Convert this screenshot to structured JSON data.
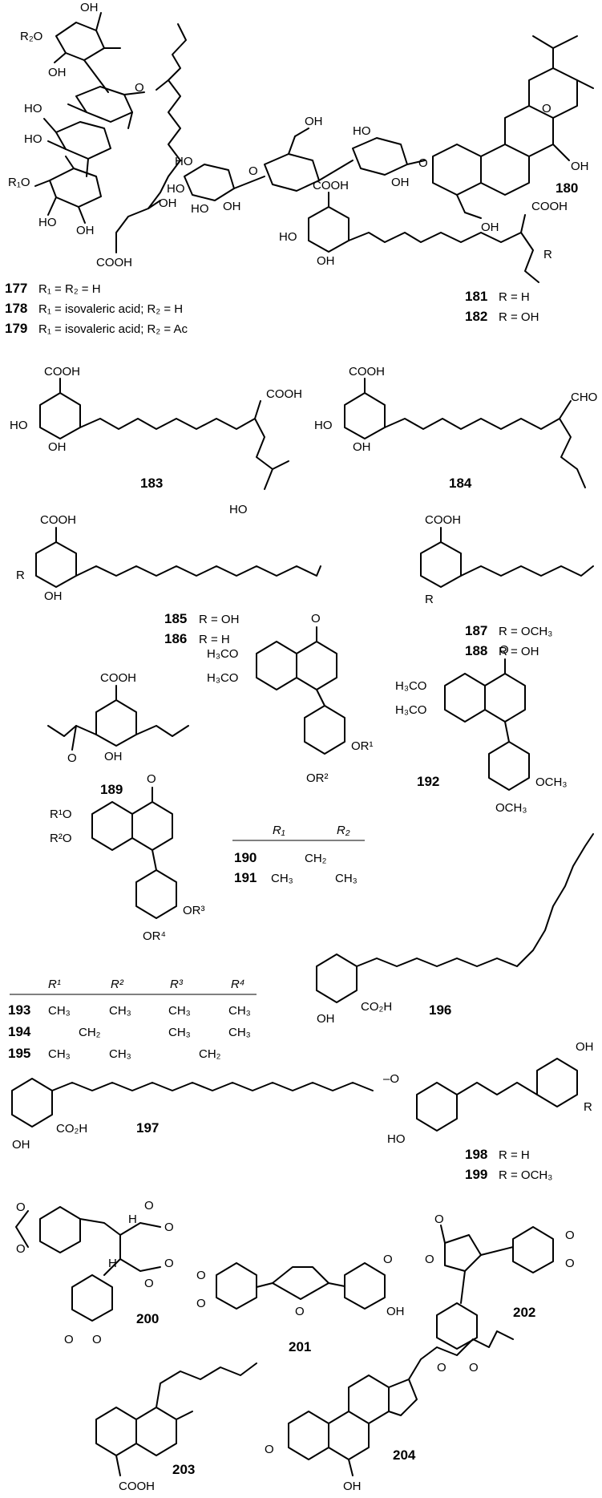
{
  "compounds": {
    "c177": "177",
    "c178": "178",
    "c179": "179",
    "c180": "180",
    "c181": "181",
    "c182": "182",
    "c183": "183",
    "c184": "184",
    "c185": "185",
    "c186": "186",
    "c187": "187",
    "c188": "188",
    "c189": "189",
    "c190": "190",
    "c191": "191",
    "c192": "192",
    "c193": "193",
    "c194": "194",
    "c195": "195",
    "c196": "196",
    "c197": "197",
    "c198": "198",
    "c199": "199",
    "c200": "200",
    "c201": "201",
    "c202": "202",
    "c203": "203",
    "c204": "204"
  },
  "substituents": {
    "s177": "R₁ = R₂ = H",
    "s178": "R₁ = isovaleric acid; R₂ = H",
    "s179": "R₁ = isovaleric acid; R₂ = Ac",
    "s181": "R = H",
    "s182": "R = OH",
    "s185": "R = OH",
    "s186": "R = H",
    "s187": "R = OCH₃",
    "s188": "R = OH",
    "s198": "R = H",
    "s199": "R = OCH₃"
  },
  "table_190_191": {
    "headers": [
      "R₁",
      "R₂"
    ],
    "rows": [
      [
        "190",
        "CH₂",
        ""
      ],
      [
        "191",
        "CH₃",
        "CH₃"
      ]
    ]
  },
  "table_193_195": {
    "headers": [
      "R¹",
      "R²",
      "R³",
      "R⁴"
    ],
    "rows": [
      [
        "193",
        "CH₃",
        "CH₃",
        "CH₃",
        "CH₃"
      ],
      [
        "194",
        "CH₂",
        "CH₃",
        "CH₃"
      ],
      [
        "195",
        "CH₃",
        "CH₃",
        "CH₂"
      ]
    ]
  },
  "atoms": {
    "OH": "OH",
    "HO": "HO",
    "O": "O",
    "H": "H",
    "COOH": "COOH",
    "CHO": "CHO",
    "CO2H": "CO₂H",
    "R": "R",
    "R1O": "R₁O",
    "R2O": "R₂O",
    "Rsup1O": "R¹O",
    "Rsup2O": "R²O",
    "ORsup1": "OR¹",
    "ORsup2": "OR²",
    "ORsup3": "OR³",
    "ORsup4": "OR⁴",
    "H3CO": "H₃CO",
    "OCH3": "OCH₃",
    "OMe": "–O"
  }
}
